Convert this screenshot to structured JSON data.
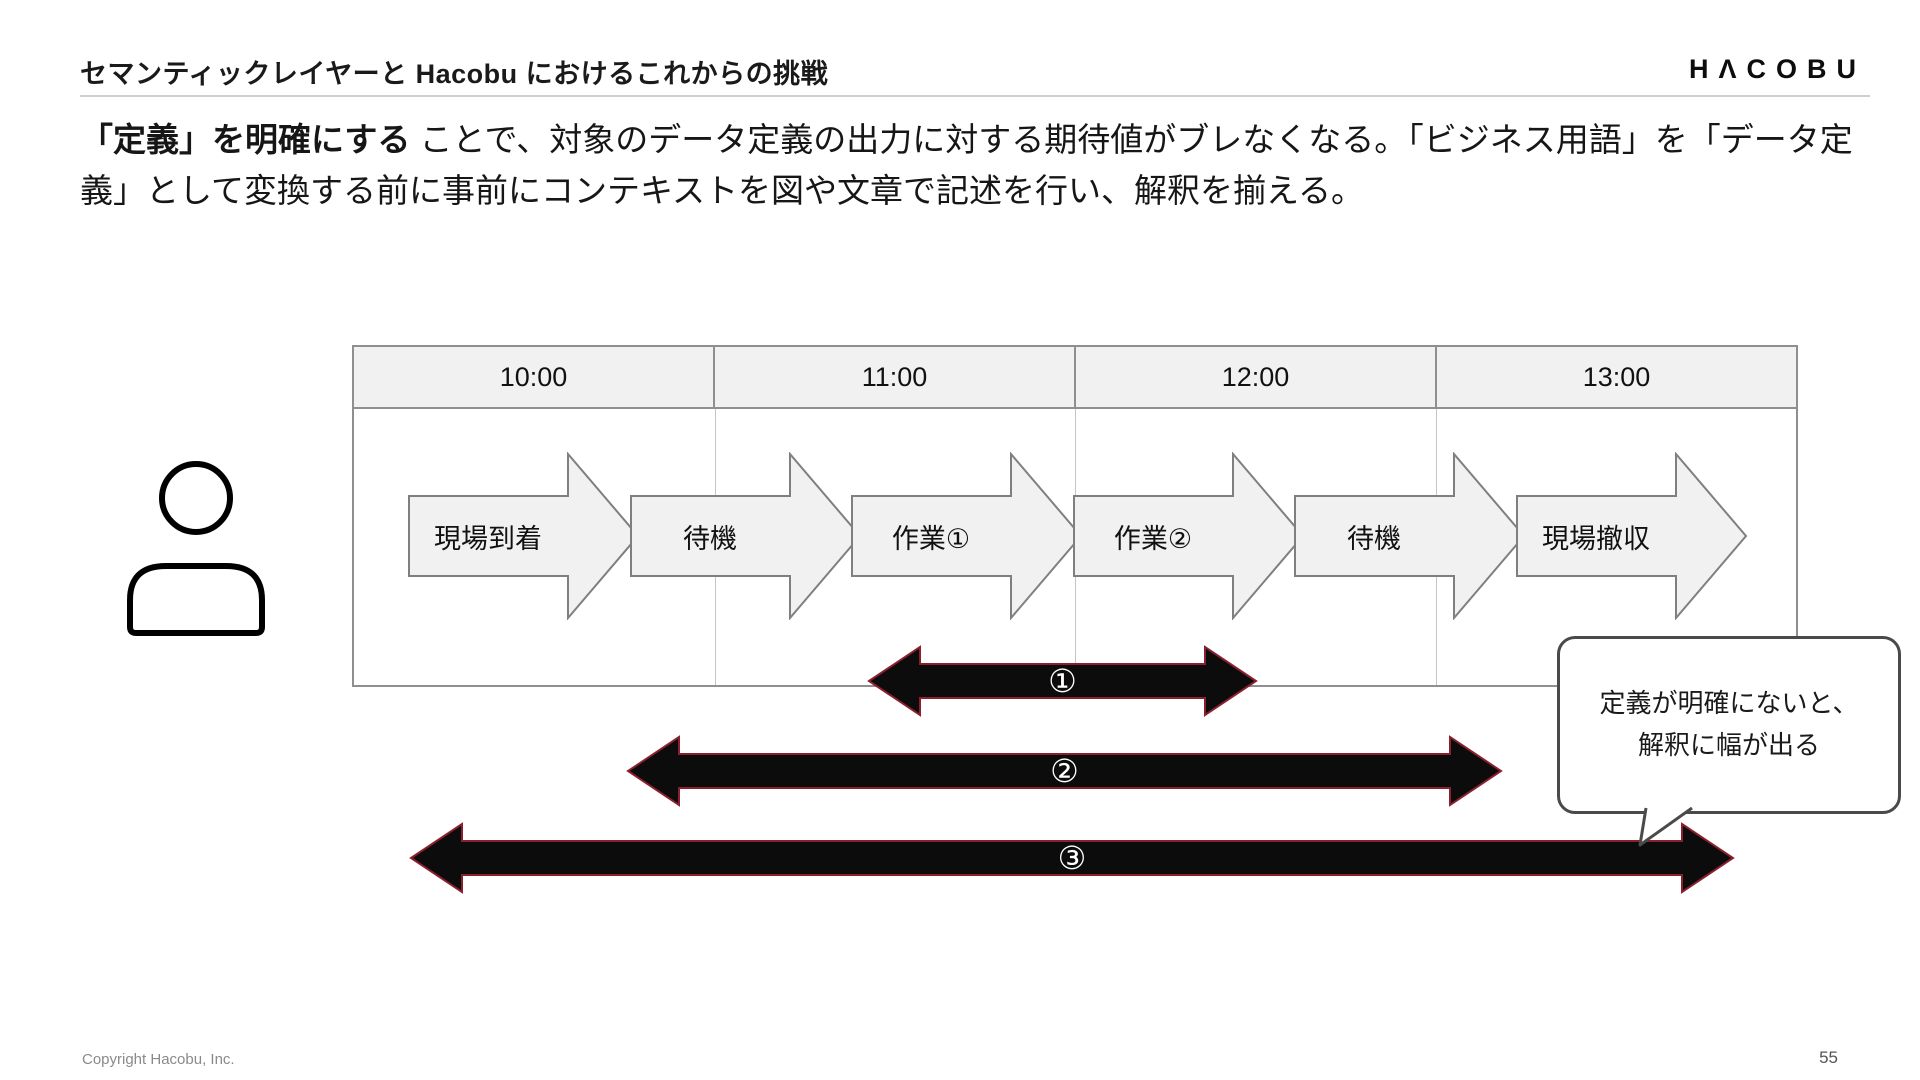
{
  "header": {
    "title": "セマンティックレイヤーと Hacobu におけるこれからの挑戦",
    "logo_text": "HΛCOBU"
  },
  "lead": {
    "bold": "「定義」を明確にする",
    "rest": " ことで、対象のデータ定義の出力に対する期待値がブレなくなる。「ビジネス用語」を「データ定義」として変換する前に事前にコンテキストを図や文章で記述を行い、解釈を揃える。"
  },
  "timeline": {
    "hours": [
      "10:00",
      "11:00",
      "12:00",
      "13:00"
    ],
    "steps": [
      "現場到着",
      "待機",
      "作業①",
      "作業②",
      "待機",
      "現場撤収"
    ],
    "spans": [
      "①",
      "②",
      "③"
    ],
    "callout_line1": "定義が明確にないと、",
    "callout_line2": "解釈に幅が出る"
  },
  "footer": {
    "copyright": "Copyright Hacobu, Inc.",
    "page": "55"
  }
}
